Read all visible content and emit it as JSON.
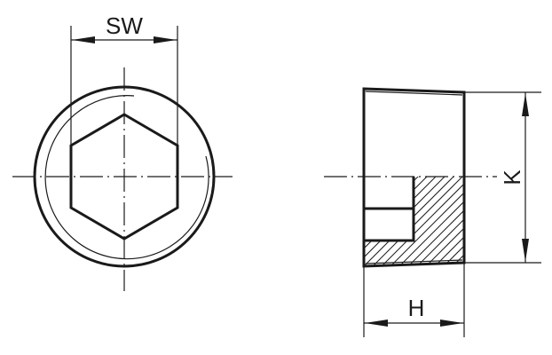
{
  "drawing": {
    "title": "Hexagon socket pipe plug - technical drawing",
    "views": [
      {
        "name": "front-view",
        "description": "End view showing circular outline with hexagon socket"
      },
      {
        "name": "side-section-view",
        "description": "Side view with partial section showing hex socket depth"
      }
    ],
    "dimensions": {
      "sw": {
        "label": "SW",
        "meaning": "width across flats of hex socket"
      },
      "k": {
        "label": "K",
        "meaning": "overall diameter / height"
      },
      "h": {
        "label": "H",
        "meaning": "overall length"
      }
    },
    "colors": {
      "line": "#1a1a1a",
      "background": "#ffffff"
    }
  }
}
